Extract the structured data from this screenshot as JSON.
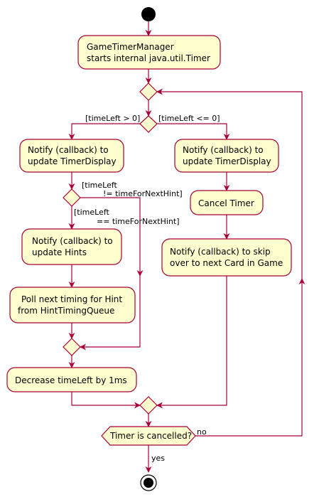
{
  "colors": {
    "node_fill": "#FEFECE",
    "stroke": "#A80036",
    "start_fill": "#000000",
    "text": "#000000"
  },
  "nodes": {
    "start_timer": [
      "GameTimerManager",
      "starts internal java.util.Timer"
    ],
    "notify_display_left": [
      "Notify (callback) to",
      "update TimerDisplay"
    ],
    "notify_display_right": [
      "Notify (callback) to",
      "update TimerDisplay"
    ],
    "notify_hints": [
      "Notify (callback) to",
      "update Hints"
    ],
    "poll_hint": [
      "Poll next timing for Hint",
      "from HintTimingQueue"
    ],
    "cancel_timer": [
      "Cancel Timer"
    ],
    "notify_skip": [
      "Notify (callback) to skip",
      "over to next Card in Game"
    ],
    "decrease_time": [
      "Decrease timeLeft by 1ms"
    ],
    "timer_cancelled": [
      "Timer is cancelled?"
    ]
  },
  "edge_labels": {
    "time_positive": "[timeLeft > 0]",
    "time_zero": "[timeLeft <= 0]",
    "not_next_hint_line1": "[timeLeft",
    "not_next_hint_line2": "!= timeForNextHint]",
    "is_next_hint_line1": "[timeLeft",
    "is_next_hint_line2": "== timeForNextHint]",
    "loop_no": "no",
    "exit_yes": "yes"
  }
}
